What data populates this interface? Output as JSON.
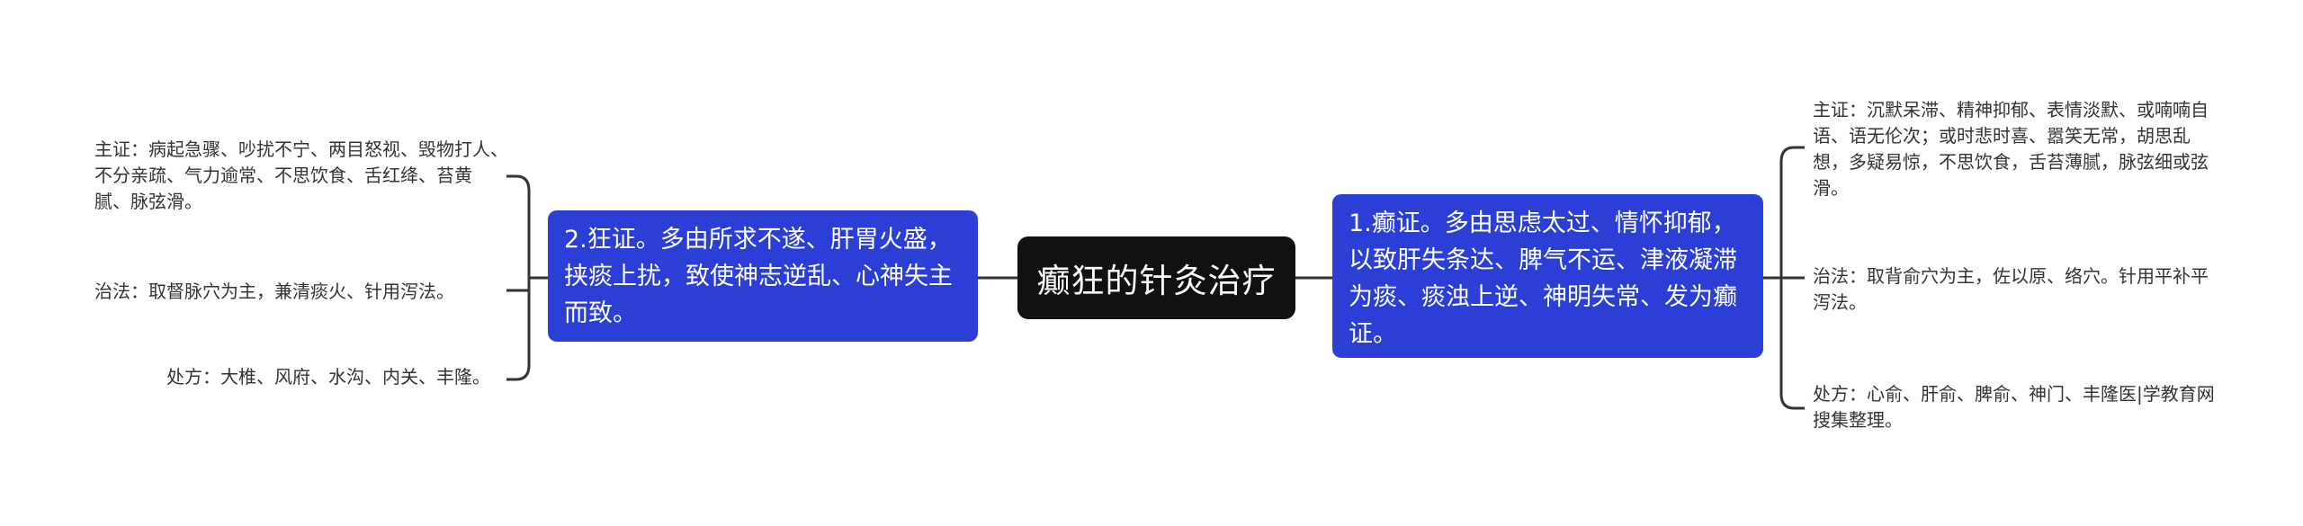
{
  "center": {
    "title": "癫狂的针灸治疗"
  },
  "left_branch": {
    "text": "2.狂证。多由所求不遂、肝胃火盛，挟痰上扰，致使神志逆乱、心神失主而致。",
    "leaves": [
      "主证：病起急骤、吵扰不宁、两目怒视、毁物打人、不分亲疏、气力逾常、不思饮食、舌红绛、苔黄 腻、脉弦滑。",
      "治法：取督脉穴为主，兼清痰火、针用泻法。",
      "处方：大椎、风府、水沟、内关、丰隆。"
    ]
  },
  "right_branch": {
    "text": "1.癫证。多由思虑太过、情怀抑郁，以致肝失条达、脾气不运、津液凝滞为痰、痰浊上逆、神明失常、发为癫证。",
    "leaves": [
      "主证：沉默呆滞、精神抑郁、表情淡默、或喃喃自语、语无伦次；或时悲时喜、嚣笑无常，胡思乱想，多疑易惊，不思饮食，舌苔薄腻，脉弦细或弦滑。",
      "治法：取背俞穴为主，佐以原、络穴。针用平补平泻法。",
      "处方：心俞、肝俞、脾俞、神门、丰隆医|学教育网搜集整理。"
    ]
  },
  "colors": {
    "center_bg": "#111111",
    "branch_bg": "#2b3fd6",
    "line": "#333333"
  }
}
